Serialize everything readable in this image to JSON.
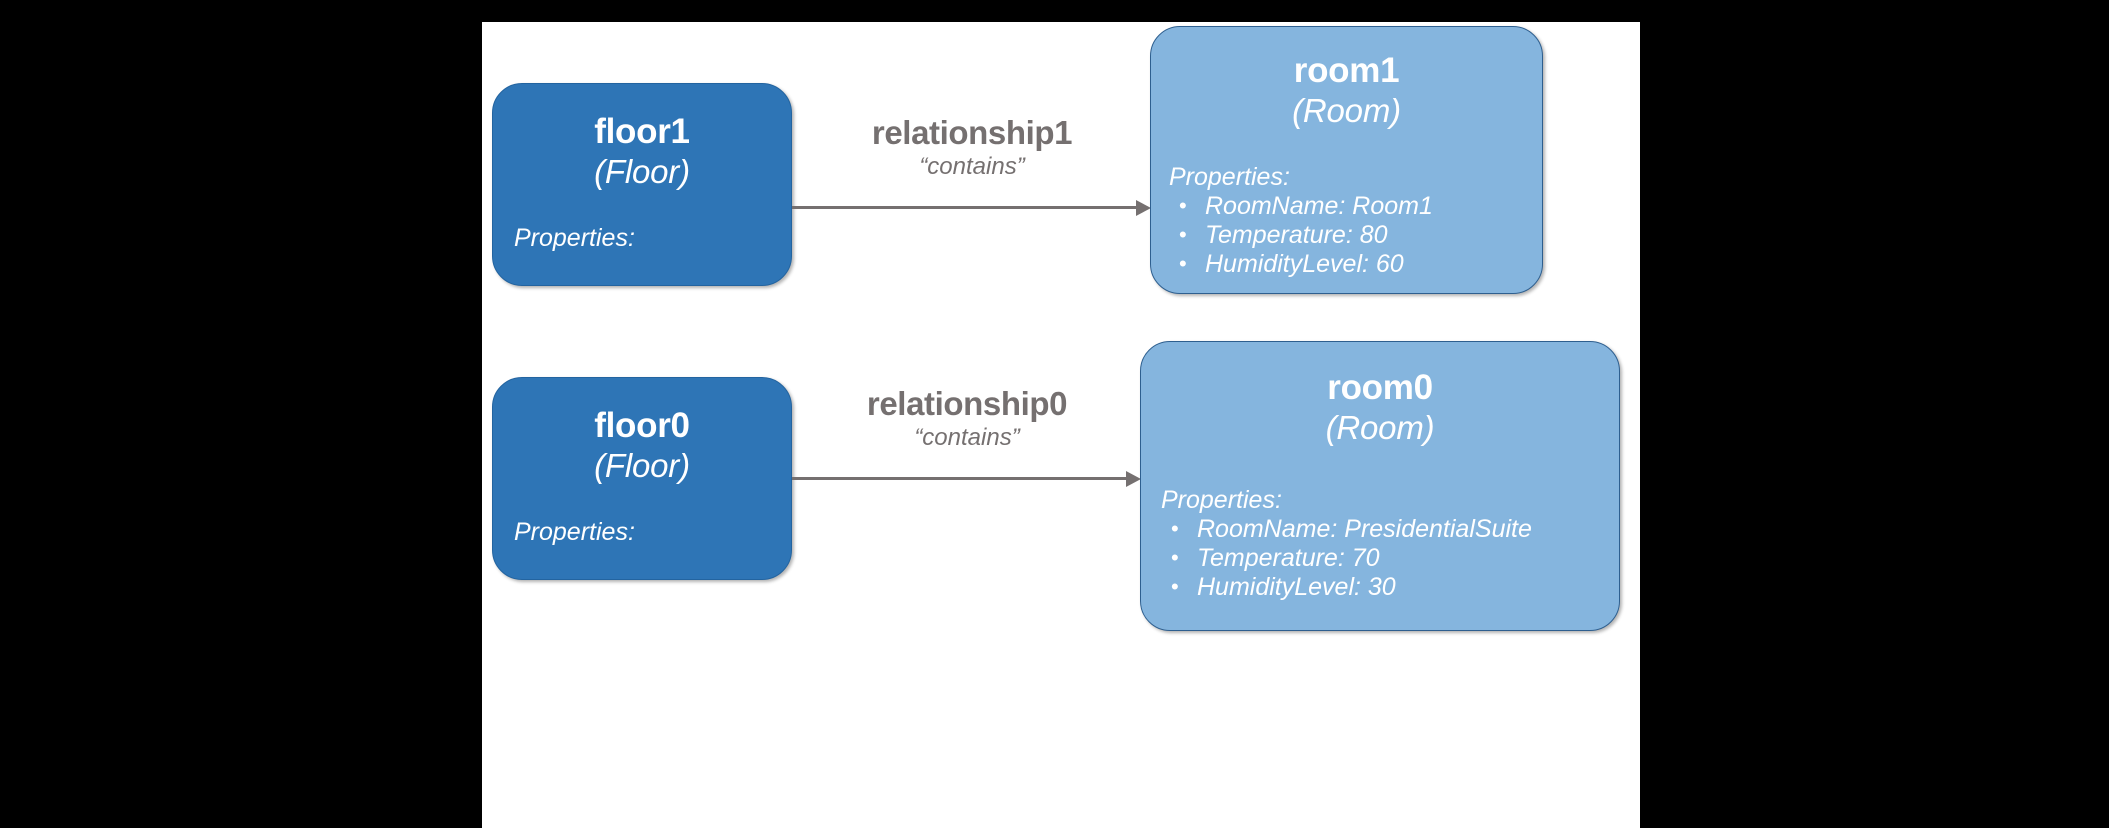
{
  "canvas": {
    "background_color": "#ffffff",
    "outer_background_color": "#000000"
  },
  "colors": {
    "floor_fill": "#2E75B6",
    "room_fill": "#85B5DE",
    "edge_stroke": "#757070",
    "node_text": "#ffffff"
  },
  "diagram": {
    "type": "entity-relationship-graph",
    "nodes": [
      {
        "id": "floor1",
        "name": "floor1",
        "type_label": "(Floor)",
        "kind": "Floor",
        "properties_label": "Properties:",
        "properties": []
      },
      {
        "id": "room1",
        "name": "room1",
        "type_label": "(Room)",
        "kind": "Room",
        "properties_label": "Properties:",
        "properties": [
          "RoomName: Room1",
          "Temperature: 80",
          "HumidityLevel: 60"
        ]
      },
      {
        "id": "floor0",
        "name": "floor0",
        "type_label": "(Floor)",
        "kind": "Floor",
        "properties_label": "Properties:",
        "properties": []
      },
      {
        "id": "room0",
        "name": "room0",
        "type_label": "(Room)",
        "kind": "Room",
        "properties_label": "Properties:",
        "properties": [
          "RoomName: PresidentialSuite",
          "Temperature: 70",
          "HumidityLevel: 30"
        ]
      }
    ],
    "edges": [
      {
        "id": "relationship1",
        "name": "relationship1",
        "kind": "“contains”",
        "source": "floor1",
        "target": "room1"
      },
      {
        "id": "relationship0",
        "name": "relationship0",
        "kind": "“contains”",
        "source": "floor0",
        "target": "room0"
      }
    ]
  }
}
